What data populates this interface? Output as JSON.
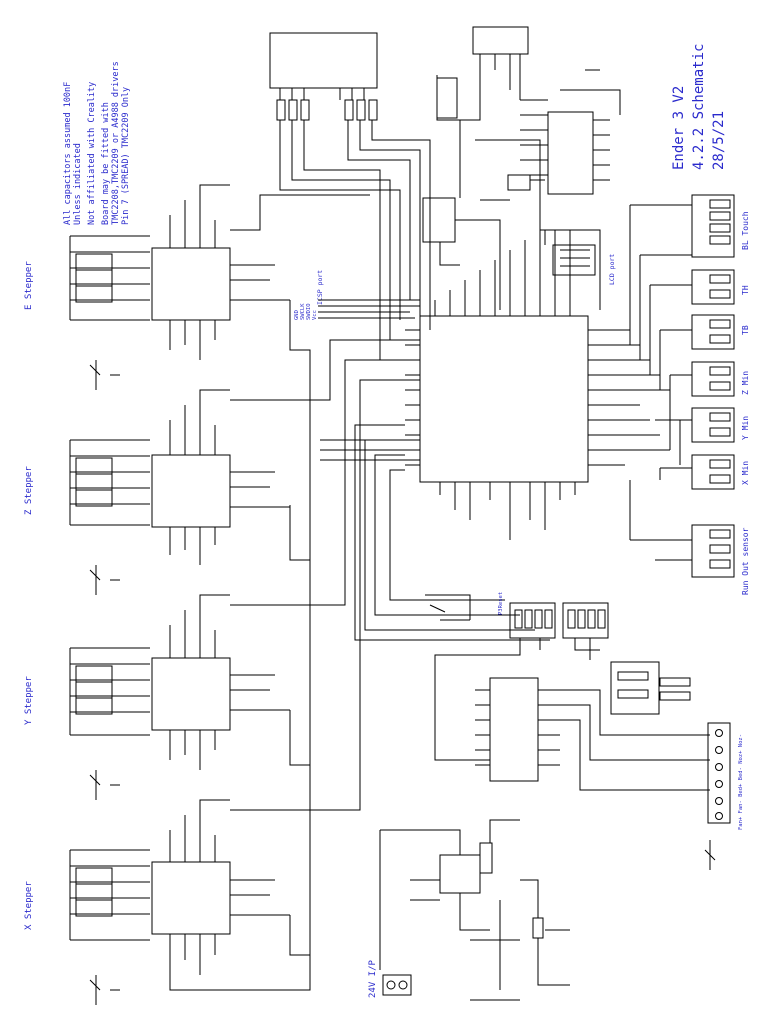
{
  "notes": [
    "All capacitors assumed 100nF",
    "Unless indicated",
    "Not affiliated with Creality",
    "Board may be fitted with",
    "TMC2208,TMC2209 or A4988 drivers",
    "Pin 7 (SPREAD) TMC2209 Only"
  ],
  "title": {
    "name": "Ender 3 V2",
    "version": "4.2.2 Schematic",
    "date": "28/5/21"
  },
  "steppers": [
    "E Stepper",
    "Z Stepper",
    "Y Stepper",
    "X Stepper"
  ],
  "connectors": {
    "bl_touch": "BL Touch",
    "th": "TH",
    "tb": "TB",
    "z_min": "Z Min",
    "y_min": "Y Min",
    "x_min": "X Min",
    "run_out": "Run Out sensor",
    "lcd_port": "LCD port",
    "icsp_port": "ICSP port",
    "icsp_pins": [
      "GND",
      "SWCLK",
      "SWDIO",
      "Vcc"
    ],
    "power_in": "24V I/P",
    "p3_reset": "P3Reset",
    "fan_labels": "Fan+ Fan- Bed+ Bed- Noz+ Noz-"
  }
}
